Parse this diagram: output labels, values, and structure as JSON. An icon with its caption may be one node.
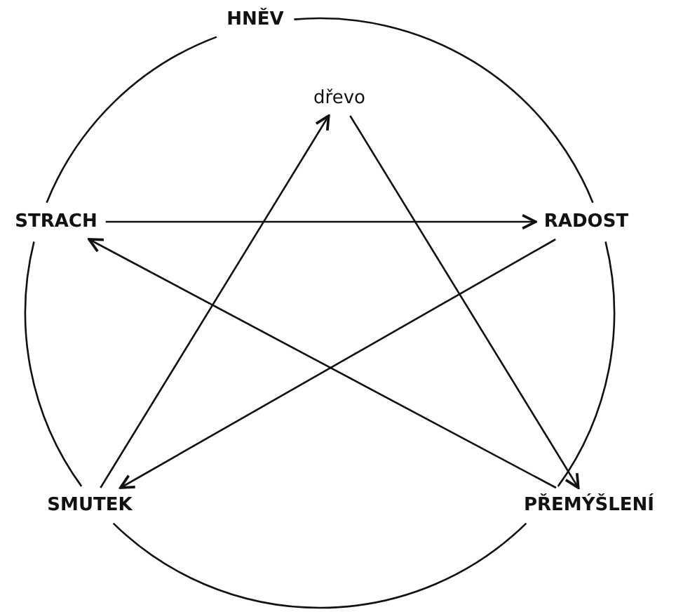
{
  "diagram": {
    "nodes": [
      {
        "text": [
          "HNĚV"
        ]
      },
      {
        "text": [
          "dřevo"
        ]
      },
      {
        "text": [
          "STRACH"
        ]
      },
      {
        "text": [
          "RADOST"
        ]
      },
      {
        "text": [
          "SMUTEK"
        ]
      },
      {
        "text": [
          "PŘEMÝŠLENÍ"
        ]
      }
    ],
    "edges": [
      {
        "from": 0,
        "to": 2,
        "arrow": "none"
      },
      {
        "from": 0,
        "to": 3,
        "arrow": "none"
      },
      {
        "from": 2,
        "to": 4,
        "arrow": "none"
      },
      {
        "from": 3,
        "to": 5,
        "arrow": "none"
      },
      {
        "from": 4,
        "to": 5,
        "arrow": "none"
      },
      {
        "from": 2,
        "to": 3,
        "arrow": "to"
      },
      {
        "from": 4,
        "to": 1,
        "arrow": "to"
      },
      {
        "from": 1,
        "to": 5,
        "arrow": "to"
      },
      {
        "from": 3,
        "to": 4,
        "arrow": "to"
      },
      {
        "from": 5,
        "to": 2,
        "arrow": "to"
      }
    ]
  }
}
